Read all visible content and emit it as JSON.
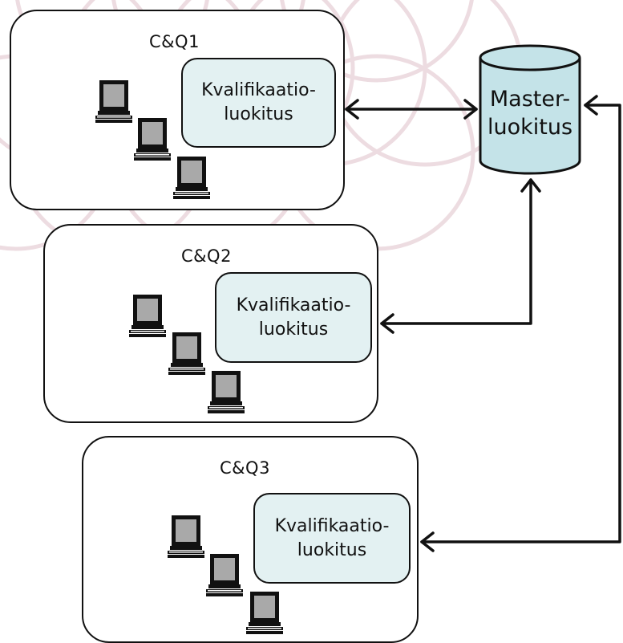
{
  "colors": {
    "background": "#ffffff",
    "pattern": "#ead7dc",
    "class_box_fill": "#e3f1f2",
    "master_fill": "#c4e3e8",
    "line": "#111111",
    "computer_screen": "#a9a9a9"
  },
  "groups": [
    {
      "title": "C&Q1",
      "box": {
        "line1": "Kvalifikaatio-",
        "line2": "luokitus"
      }
    },
    {
      "title": "C&Q2",
      "box": {
        "line1": "Kvalifikaatio-",
        "line2": "luokitus"
      }
    },
    {
      "title": "C&Q3",
      "box": {
        "line1": "Kvalifikaatio-",
        "line2": "luokitus"
      }
    }
  ],
  "master": {
    "line1": "Master-",
    "line2": "luokitus",
    "shape": "cylinder"
  },
  "icons": [
    "computer-icon",
    "database-icon",
    "arrow-icon"
  ]
}
